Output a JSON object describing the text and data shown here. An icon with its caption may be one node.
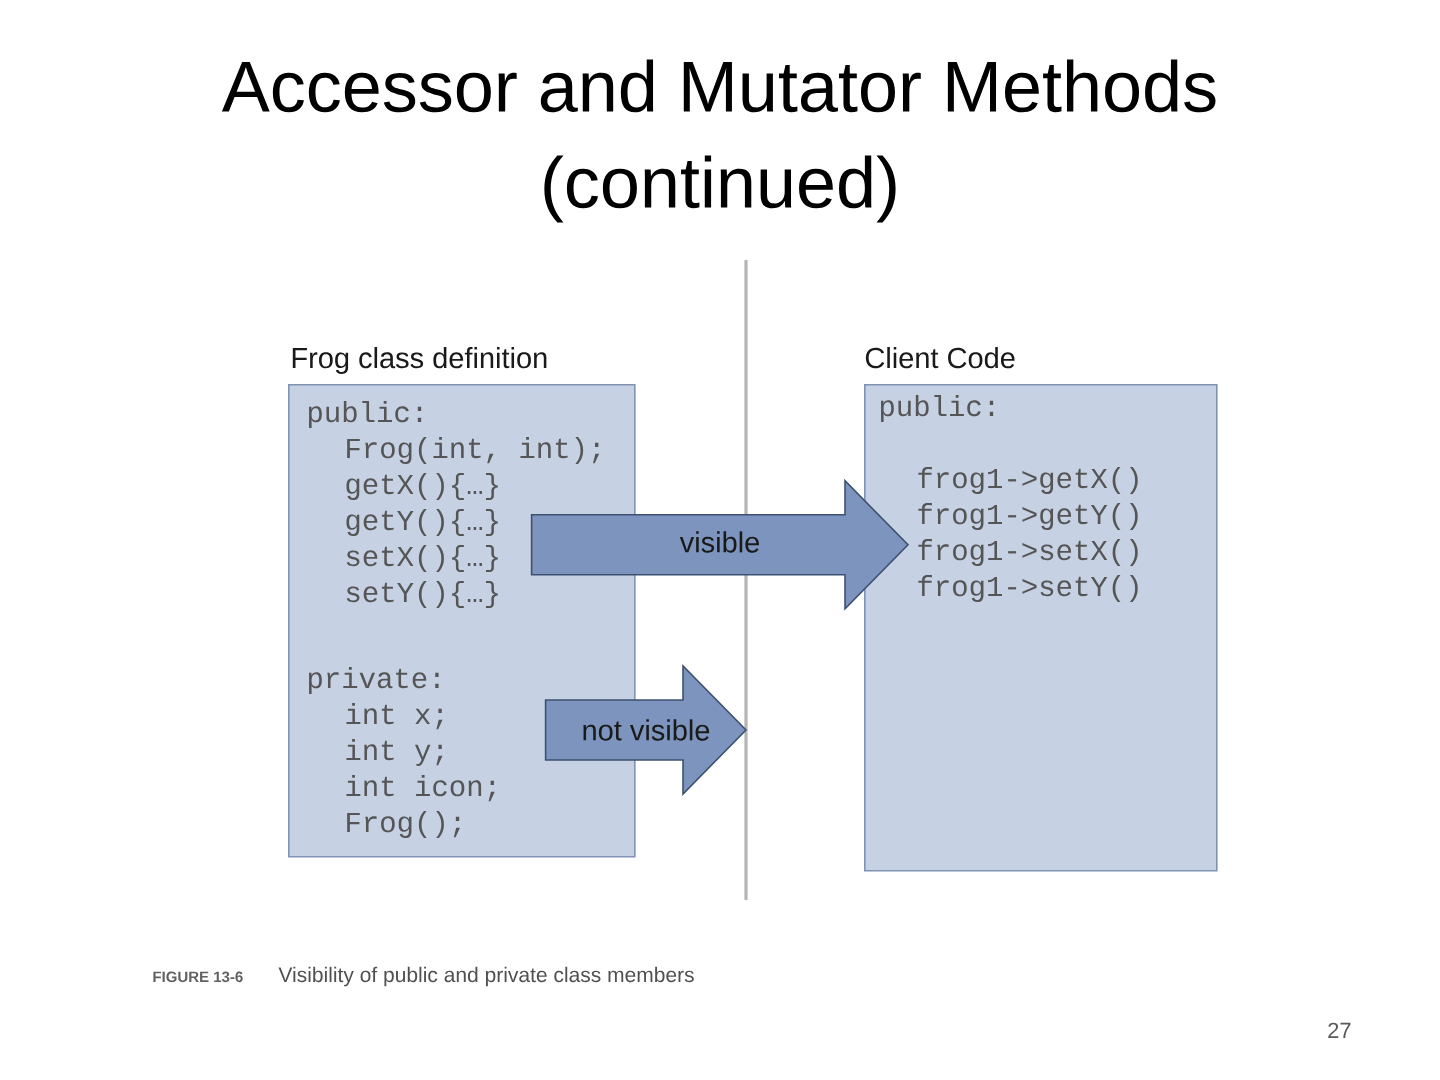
{
  "diagram": {
    "title": "Accessor and Mutator Methods (continued)",
    "caption": "Visibility of public and private class members",
    "nodes": [
      {
        "text": [
          "Frog class definition",
          "public:",
          "Frog(int, int);",
          "getX(){…}",
          "getY(){…}",
          "setX(){…}",
          "setY(){…}",
          "private:",
          "int x;",
          "int y;",
          "int icon;",
          "Frog();"
        ]
      },
      {
        "text": [
          "Client Code",
          "public:",
          "frog1->getX()",
          "frog1->getY()",
          "frog1->setX()",
          "frog1->setY()"
        ]
      }
    ],
    "edges": [
      {
        "from": 0,
        "to": 1,
        "arrow": "to",
        "label": "visible"
      },
      {
        "from": 0,
        "to": null,
        "arrow": "to",
        "label": "not visible"
      }
    ],
    "labels": [
      "FIGURE 13-6",
      "27"
    ]
  }
}
